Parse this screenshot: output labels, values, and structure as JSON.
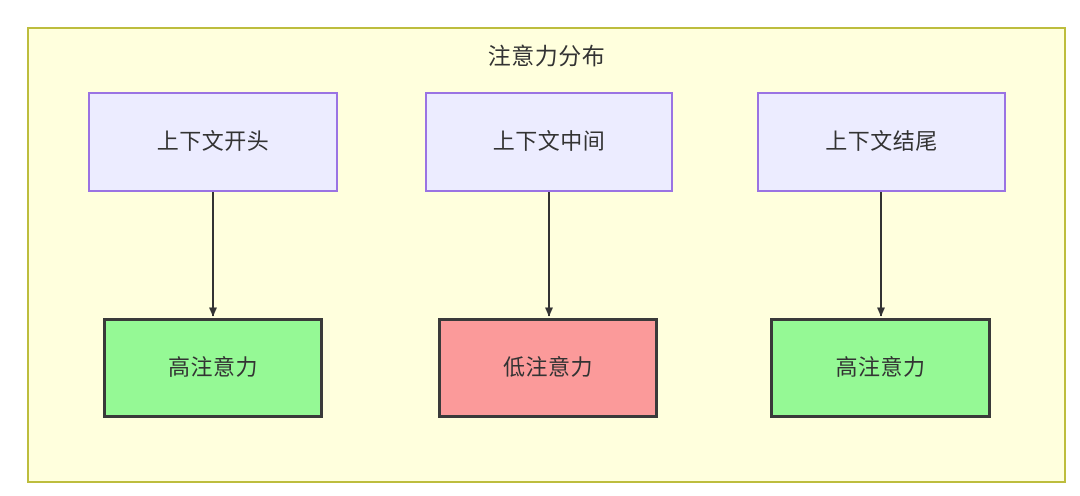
{
  "diagram": {
    "title": "注意力分布",
    "colors": {
      "container_fill": "#ffffdd",
      "container_border": "#bdbd3d",
      "context_fill": "#ececff",
      "context_border": "#9a73e3",
      "high_attention_fill": "#95f995",
      "low_attention_fill": "#fb9a9a",
      "attention_border": "#3a3a3a",
      "edge": "#333333",
      "text": "#333333"
    },
    "context_nodes": [
      {
        "id": "ctx-start",
        "label": "上下文开头"
      },
      {
        "id": "ctx-middle",
        "label": "上下文中间"
      },
      {
        "id": "ctx-end",
        "label": "上下文结尾"
      }
    ],
    "attention_nodes": [
      {
        "id": "attn-start",
        "label": "高注意力",
        "level": "high"
      },
      {
        "id": "attn-middle",
        "label": "低注意力",
        "level": "low"
      },
      {
        "id": "attn-end",
        "label": "高注意力",
        "level": "high"
      }
    ],
    "edges": [
      {
        "from": "ctx-start",
        "to": "attn-start",
        "label": ""
      },
      {
        "from": "ctx-middle",
        "to": "attn-middle",
        "label": ""
      },
      {
        "from": "ctx-end",
        "to": "attn-end",
        "label": ""
      }
    ]
  }
}
